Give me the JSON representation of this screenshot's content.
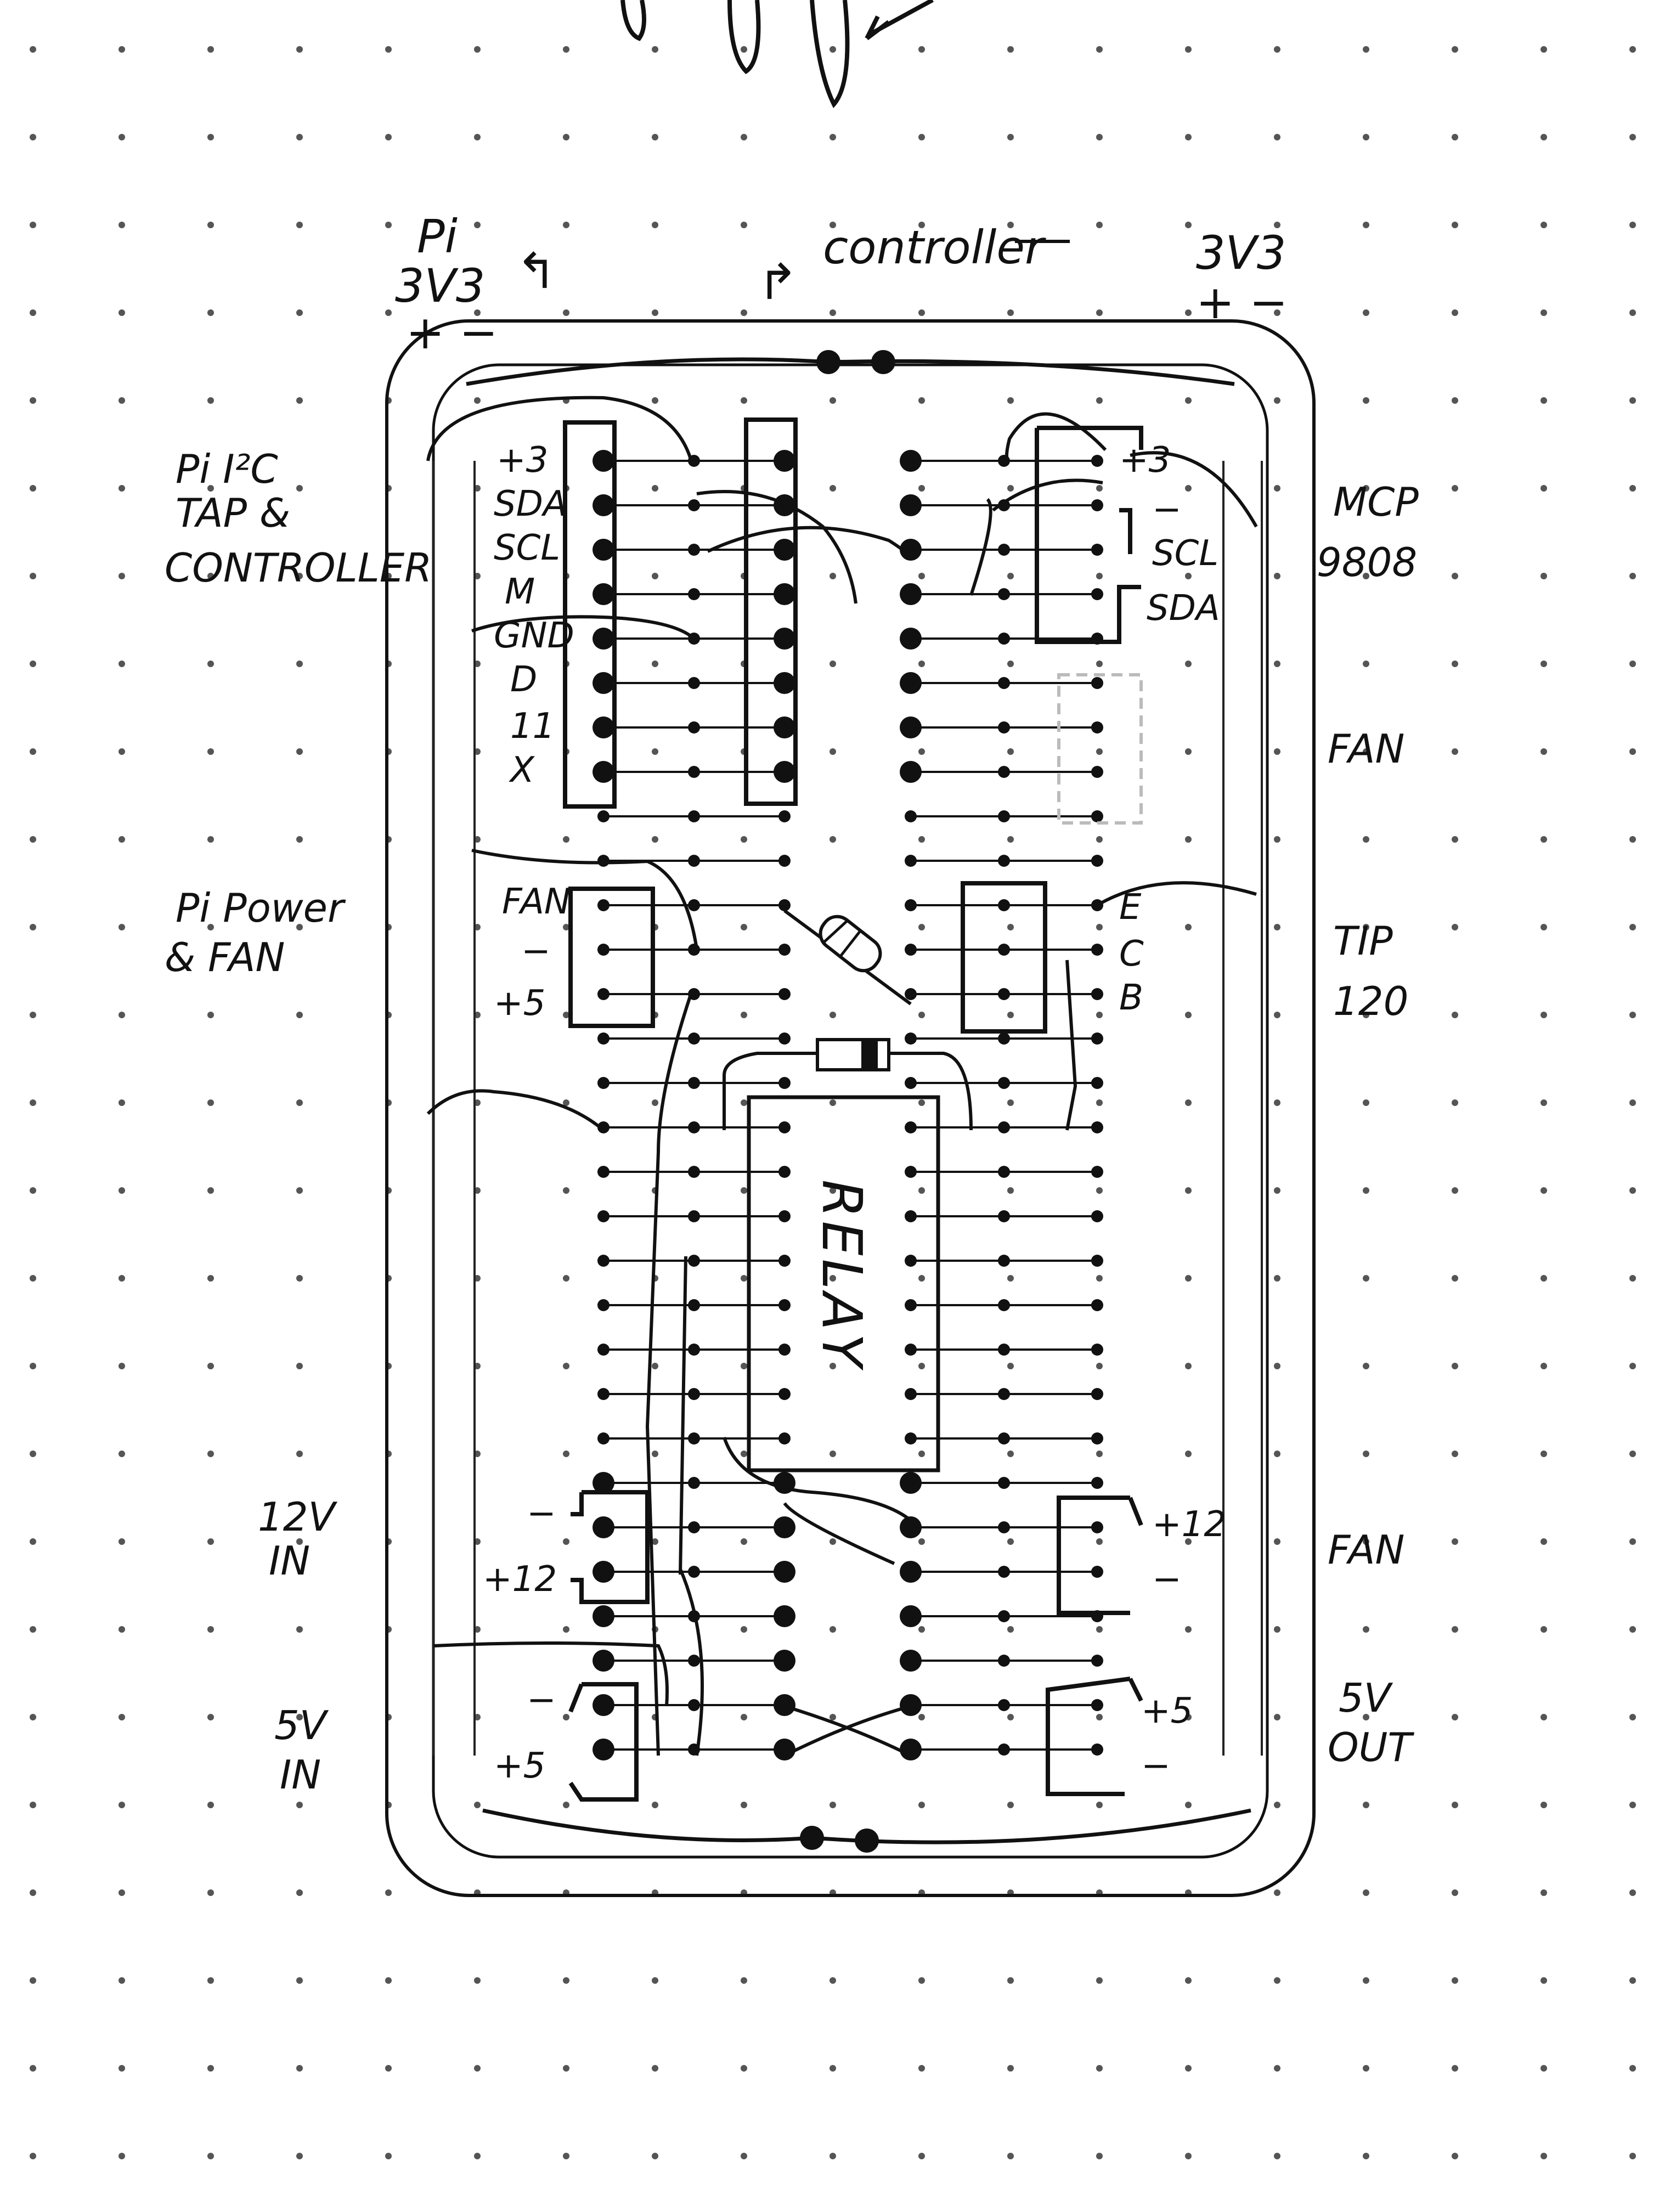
{
  "header": {
    "left_pi": "Pi",
    "left_3v3": "3V3",
    "left_polarity": "+ −",
    "controller": "controller",
    "right_3v3": "3V3",
    "right_polarity": "+ −"
  },
  "side_labels": {
    "pi_i2c_line1": "Pi I²C",
    "pi_i2c_line2": "TAP &",
    "pi_i2c_line3": "CONTROLLER",
    "mcp_line1": "MCP",
    "mcp_line2": "9808",
    "fan_faint": "FAN",
    "pi_power_line1": "Pi Power",
    "pi_power_line2": "& FAN",
    "tip_line1": "TIP",
    "tip_line2": "120",
    "in12_line1": "12V",
    "in12_line2": "IN",
    "fan_right": "FAN",
    "in5_line1": "5V",
    "in5_line2": "IN",
    "out5_line1": "5V",
    "out5_line2": "OUT"
  },
  "header_pins": [
    "+3",
    "SDA",
    "SCL",
    "M",
    "GND",
    "D",
    "11",
    "X"
  ],
  "mcp_pins": [
    "+3",
    "−",
    "SCL",
    "SDA"
  ],
  "power_pins": [
    "FAN",
    "−",
    "+5"
  ],
  "transistor_pins": [
    "E",
    "C",
    "B"
  ],
  "relay_label": "RELAY",
  "in12_pins": [
    "−",
    "+12"
  ],
  "fan_out_pins": [
    "+12",
    "−"
  ],
  "in5_pins": [
    "−",
    "+5"
  ],
  "out5_pins": [
    "+5",
    "−"
  ],
  "colors": {
    "ink": "#111111",
    "dot": "#555555",
    "paper": "#ffffff"
  }
}
